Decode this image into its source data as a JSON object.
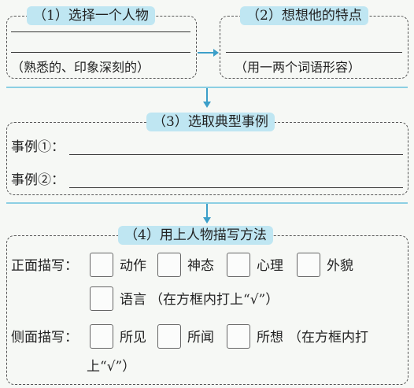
{
  "step1": {
    "title": "（1）选择一个人物",
    "hint": "（熟悉的、印象深刻的）"
  },
  "step2": {
    "title": "（2）想想他的特点",
    "hint": "（用一两个词语形容）"
  },
  "step3": {
    "title": "（3）选取典型事例",
    "example1": "事例①：",
    "example2": "事例②："
  },
  "step4": {
    "title": "（4）用上人物描写方法",
    "front_label": "正面描写：",
    "front_options": [
      "动作",
      "神态",
      "心理",
      "外貌",
      "语言"
    ],
    "front_note": "（在方框内打上“√”）",
    "side_label": "侧面描写：",
    "side_options": [
      "所见",
      "所闻",
      "所想"
    ],
    "side_note_1": "（在方框内打",
    "side_note_2": "上“√”）"
  },
  "colors": {
    "accent_label_bg": "#bfe6f2",
    "arrow": "#3c9fc9",
    "divider": "#8ccfe3"
  }
}
